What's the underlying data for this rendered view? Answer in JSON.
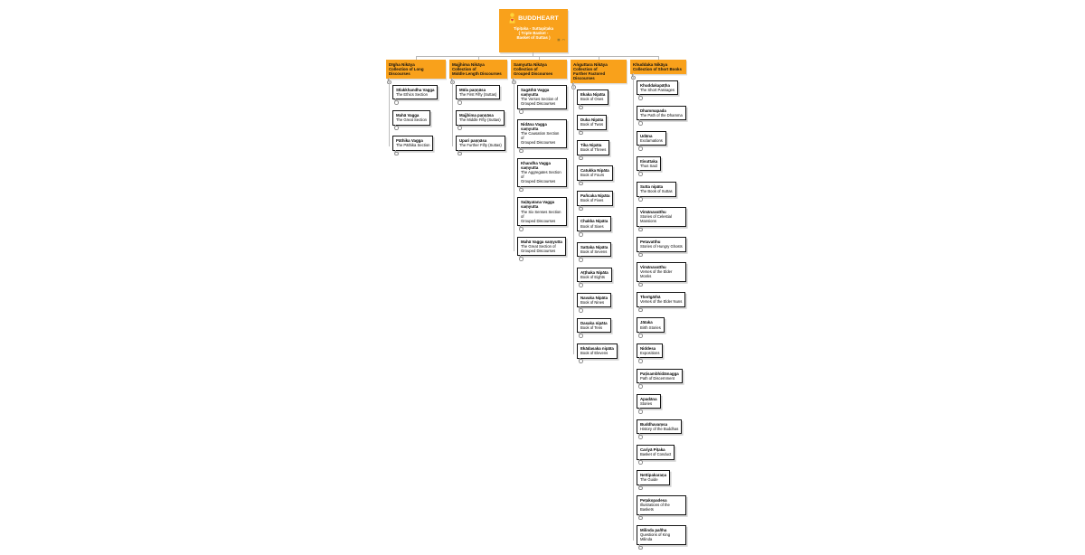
{
  "colors": {
    "accent_orange": "#F9A11B",
    "node_border": "#151515",
    "connector_gray": "#B8B8B8",
    "logo_yellow": "#FFD43B",
    "heart_red": "#E23A3A"
  },
  "root": {
    "brand": "BUDDHEART",
    "subtitle": "Tipiṭaka - Suttapiṭaka\n( Triple Basket -\nBasket of Suttas )",
    "icons": {
      "grid": "▦",
      "expand": "↗¹"
    }
  },
  "columns": [
    {
      "title": "Dīgha Nikāya",
      "subtitle": "Collection of Long Discourses",
      "children": [
        {
          "name": "Sīlakkhandha Vagga",
          "desc": "The Ethics Section"
        },
        {
          "name": "Mahā Vagga",
          "desc": "The Great Section"
        },
        {
          "name": "Pāthika Vagga",
          "desc": "The Pāthika Section"
        }
      ]
    },
    {
      "title": "Majjhima Nikāya",
      "subtitle": "Collection of\nMiddle Length Discourses",
      "children": [
        {
          "name": "Mūla paṇṇāsa",
          "desc": "The First Fifty (Suttas)"
        },
        {
          "name": "Majjhima paṇṇāsa",
          "desc": "The Middle Fifty (Suttas)"
        },
        {
          "name": "Upari paṇṇāsa",
          "desc": "The Further Fifty (Suttas)"
        }
      ]
    },
    {
      "title": "Samyutta Nikāya",
      "subtitle": "Collection of\nGrouped Discourses",
      "children": [
        {
          "name": "Sagāthā Vagga saṃyutta",
          "desc": "The Verses Section of\nGrouped Discourses"
        },
        {
          "name": "Nidāna Vagga saṃyutta",
          "desc": "The Causation Section of\nGrouped Discourses"
        },
        {
          "name": "Khandha Vagga saṃyutta",
          "desc": "The Aggregates Section of\nGrouped Discourses"
        },
        {
          "name": "Saḷāyatana Vagga saṃyutta",
          "desc": "The Six Senses Section of\nGrouped Discourses"
        },
        {
          "name": "Mahā Vagga saṃyutta",
          "desc": "The Great Section of\nGrouped Discourses"
        }
      ]
    },
    {
      "title": "Aṅguttara Nikāya",
      "subtitle": "Collection of\nFurther Factored Discourses",
      "children": [
        {
          "name": "Ekaka Nipāta",
          "desc": "Book of Ones"
        },
        {
          "name": "Duka Nipāta",
          "desc": "Book of Twos"
        },
        {
          "name": "Tika Nipāta",
          "desc": "Book of Threes"
        },
        {
          "name": "Catukka Nipāta",
          "desc": "Book of Fours"
        },
        {
          "name": "Pañcaka Nipāta",
          "desc": "Book of Fives"
        },
        {
          "name": "Chakka Nipāta",
          "desc": "Book of Sixes"
        },
        {
          "name": "Sattaka Nipāta",
          "desc": "Book of Sevens"
        },
        {
          "name": "Aṭṭhaka Nipāta",
          "desc": "Book of Eights"
        },
        {
          "name": "Navaka Nipāta",
          "desc": "Book of Nines"
        },
        {
          "name": "Dasaka nipāta",
          "desc": "Book of Tens"
        },
        {
          "name": "Ekādasaka nipāta",
          "desc": "Book of Elevens"
        }
      ]
    },
    {
      "title": "Khuddaka Nikāya",
      "subtitle": "Collection of Short Books",
      "children": [
        {
          "name": "Khuddakapāṭha",
          "desc": "The Short Passages"
        },
        {
          "name": "Dhammapada",
          "desc": "The Path of the Dhamma"
        },
        {
          "name": "Udāna",
          "desc": "Exclamations"
        },
        {
          "name": "Itivuttaka",
          "desc": "Thus Said"
        },
        {
          "name": "Sutta nipāta",
          "desc": "The Book of Suttas"
        },
        {
          "name": "Vimānavatthu",
          "desc": "Stories of Celestial Mansions"
        },
        {
          "name": "Petavatthu",
          "desc": "Stories of Hungry Ghosts"
        },
        {
          "name": "Vimānavatthu",
          "desc": "Verses of the Elder Monks"
        },
        {
          "name": "Therīgāthā",
          "desc": "Verses of the Elder Nuns"
        },
        {
          "name": "Jātaka",
          "desc": "Birth Stories"
        },
        {
          "name": "Niddesa",
          "desc": "Expositions"
        },
        {
          "name": "Paṭisambhidāmagga",
          "desc": "Path of Discernment"
        },
        {
          "name": "Apadāna",
          "desc": "Stories"
        },
        {
          "name": "Buddhavaṃsa",
          "desc": "History of the Buddhas"
        },
        {
          "name": "Cariyā Piṭaka",
          "desc": "Basket of Conduct"
        },
        {
          "name": "Nettipakaraṇa",
          "desc": "The Guide"
        },
        {
          "name": "Peṭakopadesa",
          "desc": "Illustrations of the Baskets"
        },
        {
          "name": "Milinda pañha",
          "desc": "Questions of King Milinda"
        }
      ]
    }
  ]
}
